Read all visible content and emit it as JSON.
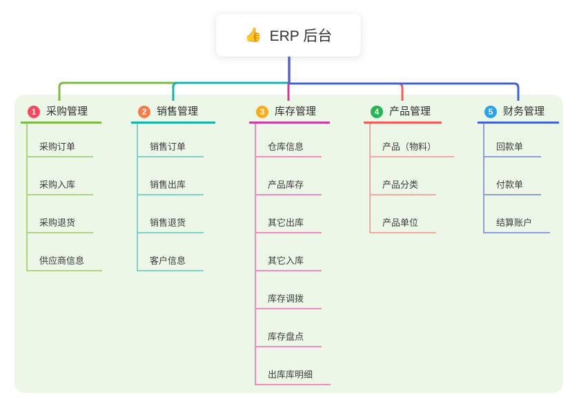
{
  "root": {
    "label": "ERP 后台",
    "icon": "thumbs-up",
    "edge_color": "#5562d6"
  },
  "panel": {
    "bg": "#edf7e7"
  },
  "branches": [
    {
      "index": "1",
      "title": "采购管理",
      "badge_color": "#f8485e",
      "line_color": "#7db944",
      "light_color": "#abd583",
      "children": [
        "采购订单",
        "采购入库",
        "采购退货",
        "供应商信息"
      ]
    },
    {
      "index": "2",
      "title": "销售管理",
      "badge_color": "#f87c4b",
      "line_color": "#16b3a6",
      "light_color": "#7dd3ca",
      "children": [
        "销售订单",
        "销售出库",
        "销售退货",
        "客户信息"
      ]
    },
    {
      "index": "3",
      "title": "库存管理",
      "badge_color": "#fbab1b",
      "line_color": "#ce3a9d",
      "light_color": "#ef8ac2",
      "children": [
        "仓库信息",
        "产品库存",
        "其它出库",
        "其它入库",
        "库存调拨",
        "库存盘点",
        "出库库明细"
      ]
    },
    {
      "index": "4",
      "title": "产品管理",
      "badge_color": "#27b356",
      "line_color": "#f25c54",
      "light_color": "#f8a6a0",
      "children": [
        "产品（物料）",
        "产品分类",
        "产品单位"
      ]
    },
    {
      "index": "5",
      "title": "财务管理",
      "badge_color": "#2aa2ee",
      "line_color": "#3f63d3",
      "light_color": "#8a9edf",
      "children": [
        "回款单",
        "付款单",
        "结算账户"
      ]
    }
  ]
}
